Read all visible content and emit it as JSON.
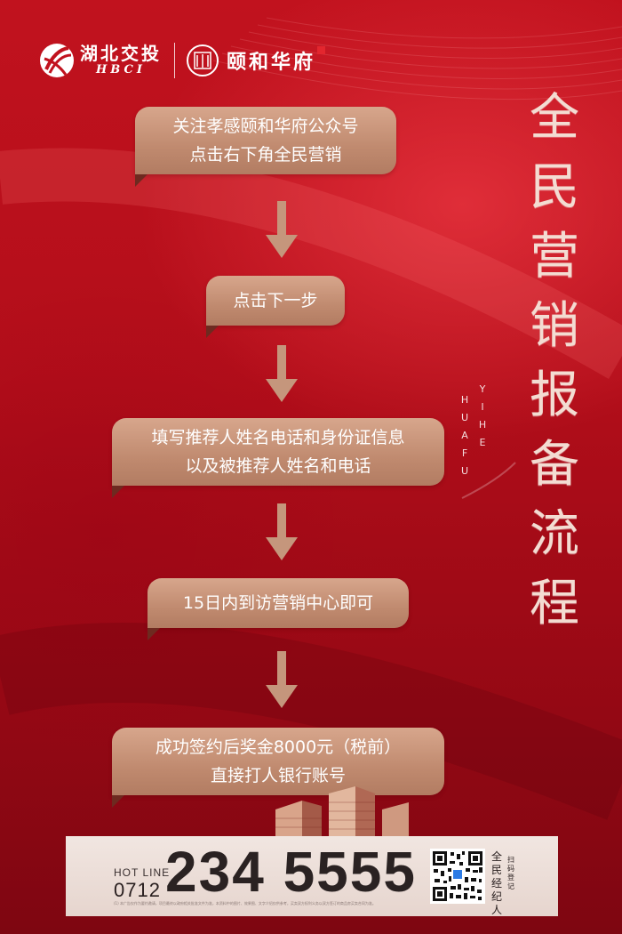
{
  "header": {
    "brand_a_cn": "湖北交投",
    "brand_a_en": "HBCI",
    "brand_b": "颐和华府"
  },
  "steps": [
    {
      "line1": "关注孝感颐和华府公众号",
      "line2": "点击右下角全民营销"
    },
    {
      "line1": "点击下一步"
    },
    {
      "line1": "填写推荐人姓名电话和身份证信息",
      "line2": "以及被推荐人姓名和电话"
    },
    {
      "line1": "15日内到访营销中心即可"
    },
    {
      "line1": "成功签约后奖金8000元（税前）",
      "line2": "直接打人银行账号"
    }
  ],
  "title_vertical": [
    "全",
    "民",
    "营",
    "销",
    "报",
    "备",
    "流",
    "程"
  ],
  "latin_col1": [
    "Y",
    "I",
    "H",
    "E"
  ],
  "latin_col2": [
    "H",
    "U",
    "A",
    "F",
    "U"
  ],
  "hotline": {
    "label": "HOT LINE",
    "area_code": "0712",
    "number": "234 5555",
    "qr_caption": [
      "全",
      "民",
      "经",
      "纪",
      "人"
    ],
    "qr_caption_small": [
      "扫",
      "码",
      "登",
      "记"
    ],
    "disclaimer": "(1) 本广告仅作为要约邀请，项目最终以政府相关批准文件为准，本资料中的图片、效果图、文字介绍仅供参考，买卖双方权利义务以双方签订的商品房买卖合同为准。"
  },
  "colors": {
    "background": "#b30e1a",
    "step_box": "#c99a80",
    "arrow": "#c5967c",
    "title": "#f3dcd2"
  }
}
